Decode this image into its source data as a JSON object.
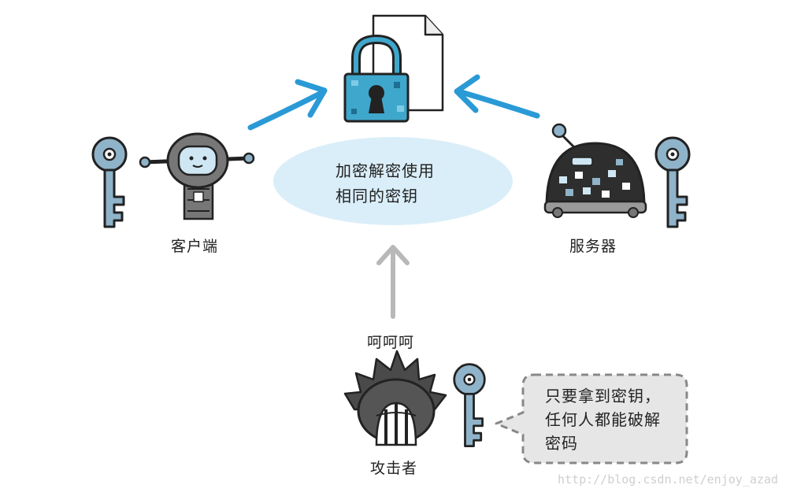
{
  "diagram": {
    "center_note": [
      "加密解密使用",
      "相同的密钥"
    ],
    "client_label": "客户端",
    "server_label": "服务器",
    "attacker_label": "攻击者",
    "laugh_text": "呵呵呵",
    "attacker_note": [
      "只要拿到密钥，",
      "任何人都能破解",
      "密码"
    ],
    "watermark": "http://blog.csdn.net/enjoy_azad"
  },
  "colors": {
    "arrow_blue": "#2a9ad6",
    "arrow_gray": "#b8b8b8",
    "key_blue": "#8fb3c9",
    "lock_blue": "#3fa7cc",
    "ellipse_fill": "#daeef9",
    "bubble_fill": "#e6e6e6"
  },
  "icons": [
    "document-icon",
    "padlock-icon",
    "robot-icon",
    "server-robot-icon",
    "attacker-icon",
    "key-icon"
  ]
}
